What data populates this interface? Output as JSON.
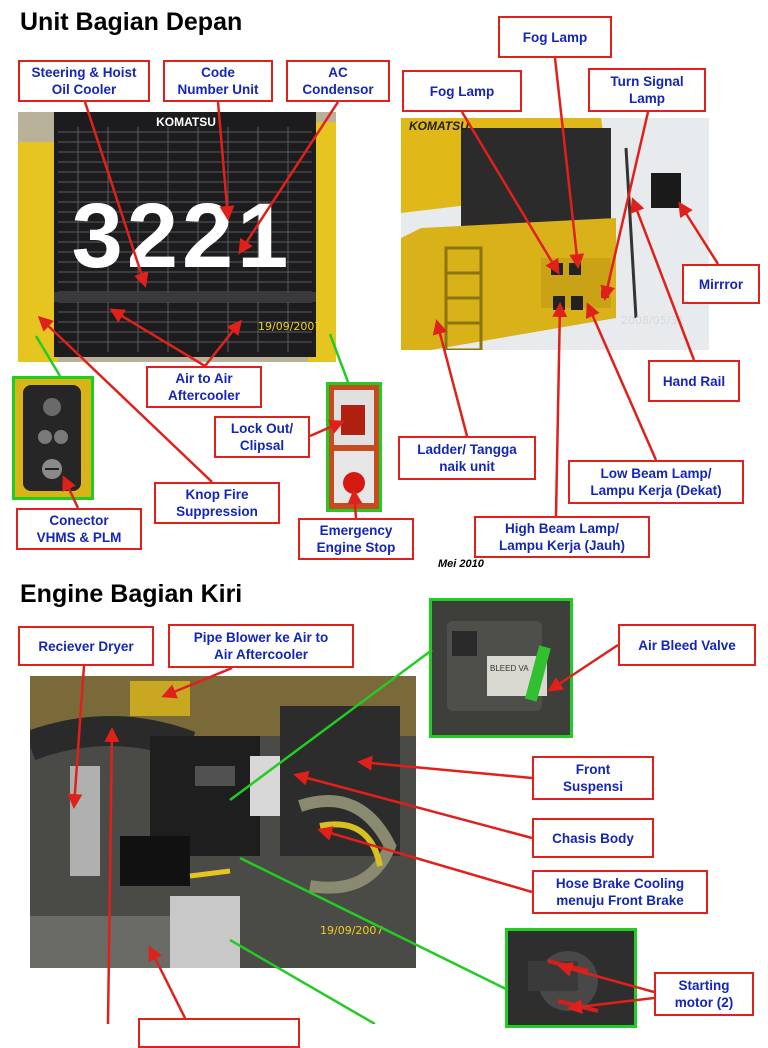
{
  "sections": {
    "front_title": "Unit Bagian Depan",
    "engine_title": "Engine Bagian Kiri"
  },
  "front_labels": {
    "steering": "Steering & Hoist\nOil Cooler",
    "code_number": "Code\nNumber Unit",
    "ac_condensor": "AC\nCondensor",
    "fog_lamp_left": "Fog Lamp",
    "fog_lamp_top": "Fog Lamp",
    "turn_signal": "Turn Signal\nLamp",
    "mirror": "Mirrror",
    "hand_rail": "Hand Rail",
    "air_aftercooler": "Air to Air\nAftercooler",
    "lock_out": "Lock Out/\nClipsal",
    "ladder": "Ladder/ Tangga\nnaik unit",
    "low_beam": "Low Beam  Lamp/\nLampu Kerja (Dekat)",
    "knop_fire": "Knop Fire\nSuppression",
    "conector": "Conector\nVHMS & PLM",
    "emergency": "Emergency\nEngine Stop",
    "high_beam": "High Beam  Lamp/\nLampu Kerja (Jauh)"
  },
  "engine_labels": {
    "reciever": "Reciever Dryer",
    "pipe_blower": "Pipe Blower ke Air to\nAir Aftercooler",
    "air_bleed": "Air Bleed Valve",
    "front_suspensi": "Front\nSuspensi",
    "chasis_body": "Chasis Body",
    "hose_brake": "Hose Brake Cooling\nmenuju Front Brake",
    "starting_motor": "Starting\nmotor (2)"
  },
  "photo_text": {
    "unit_number": "3221",
    "brand": "KOMATSU",
    "side_brand": "KOMATSU",
    "date_front": "19/09/2007",
    "date_side": "2008/05/31",
    "date_engine": "19/09/2007",
    "valve_text": "BLEED VA"
  },
  "note": "Mei 2010",
  "colors": {
    "label_border": "#e0201a",
    "label_text": "#1426b8",
    "arrow_red": "#e0201a",
    "arrow_green": "#22cc22"
  }
}
